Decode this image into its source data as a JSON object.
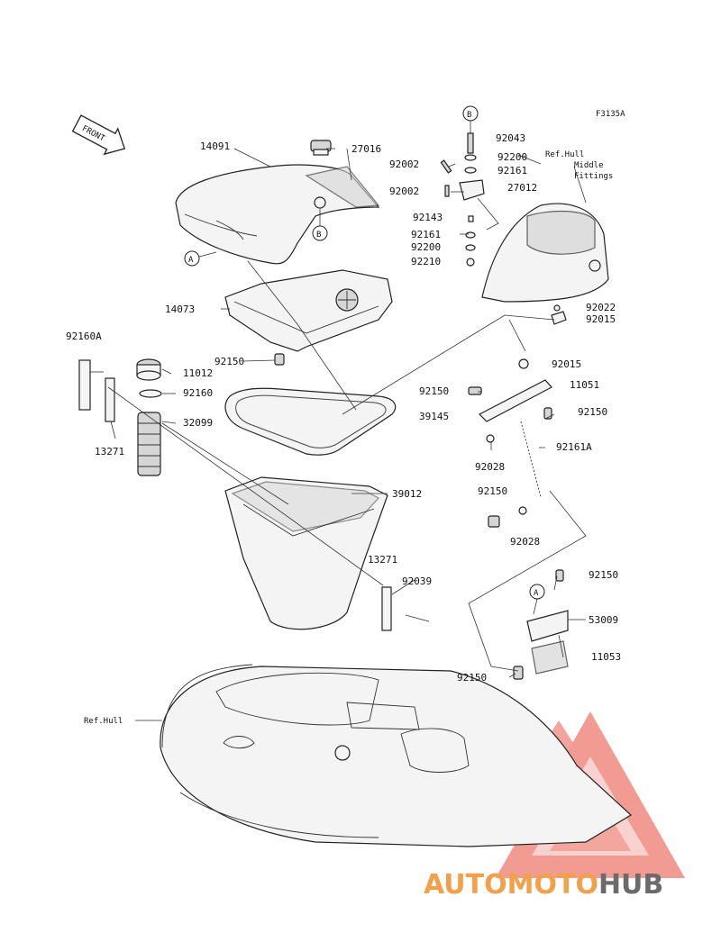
{
  "diagram_code": "F3135A",
  "front_label": "FRONT",
  "ref_notes": {
    "hull_middle": [
      "Ref.Hull",
      "Middle",
      "Fittings"
    ],
    "hull": "Ref.Hull"
  },
  "callouts": {
    "a1": "A",
    "a2": "A",
    "b1": "B",
    "b2": "B"
  },
  "parts": {
    "p14091": "14091",
    "p27016": "27016",
    "p92043": "92043",
    "p92002a": "92002",
    "p92200a": "92200",
    "p92161a": "92161",
    "p92002b": "92002",
    "p27012": "27012",
    "p92143": "92143",
    "p92161b": "92161",
    "p92200b": "92200",
    "p92210": "92210",
    "p14073": "14073",
    "p92022": "92022",
    "p92015a": "92015",
    "p92160A": "92160A",
    "p11012": "11012",
    "p92150a": "92150",
    "p92160": "92160",
    "p92015b": "92015",
    "p32099": "32099",
    "p92150b": "92150",
    "p11051": "11051",
    "p39145": "39145",
    "p92150c": "92150",
    "p13271a": "13271",
    "p92161A": "92161A",
    "p92028a": "92028",
    "p39012": "39012",
    "p92150d": "92150",
    "p92028b": "92028",
    "p13271b": "13271",
    "p92039": "92039",
    "p92150e": "92150",
    "p53009": "53009",
    "p11053": "11053",
    "p92150f": "92150"
  },
  "watermark": {
    "part1": "AUTOMOTO",
    "part2": "HUB",
    "color1": "#f4a04a",
    "color2": "#6b6b6b",
    "triangle_color": "#e8463c"
  }
}
